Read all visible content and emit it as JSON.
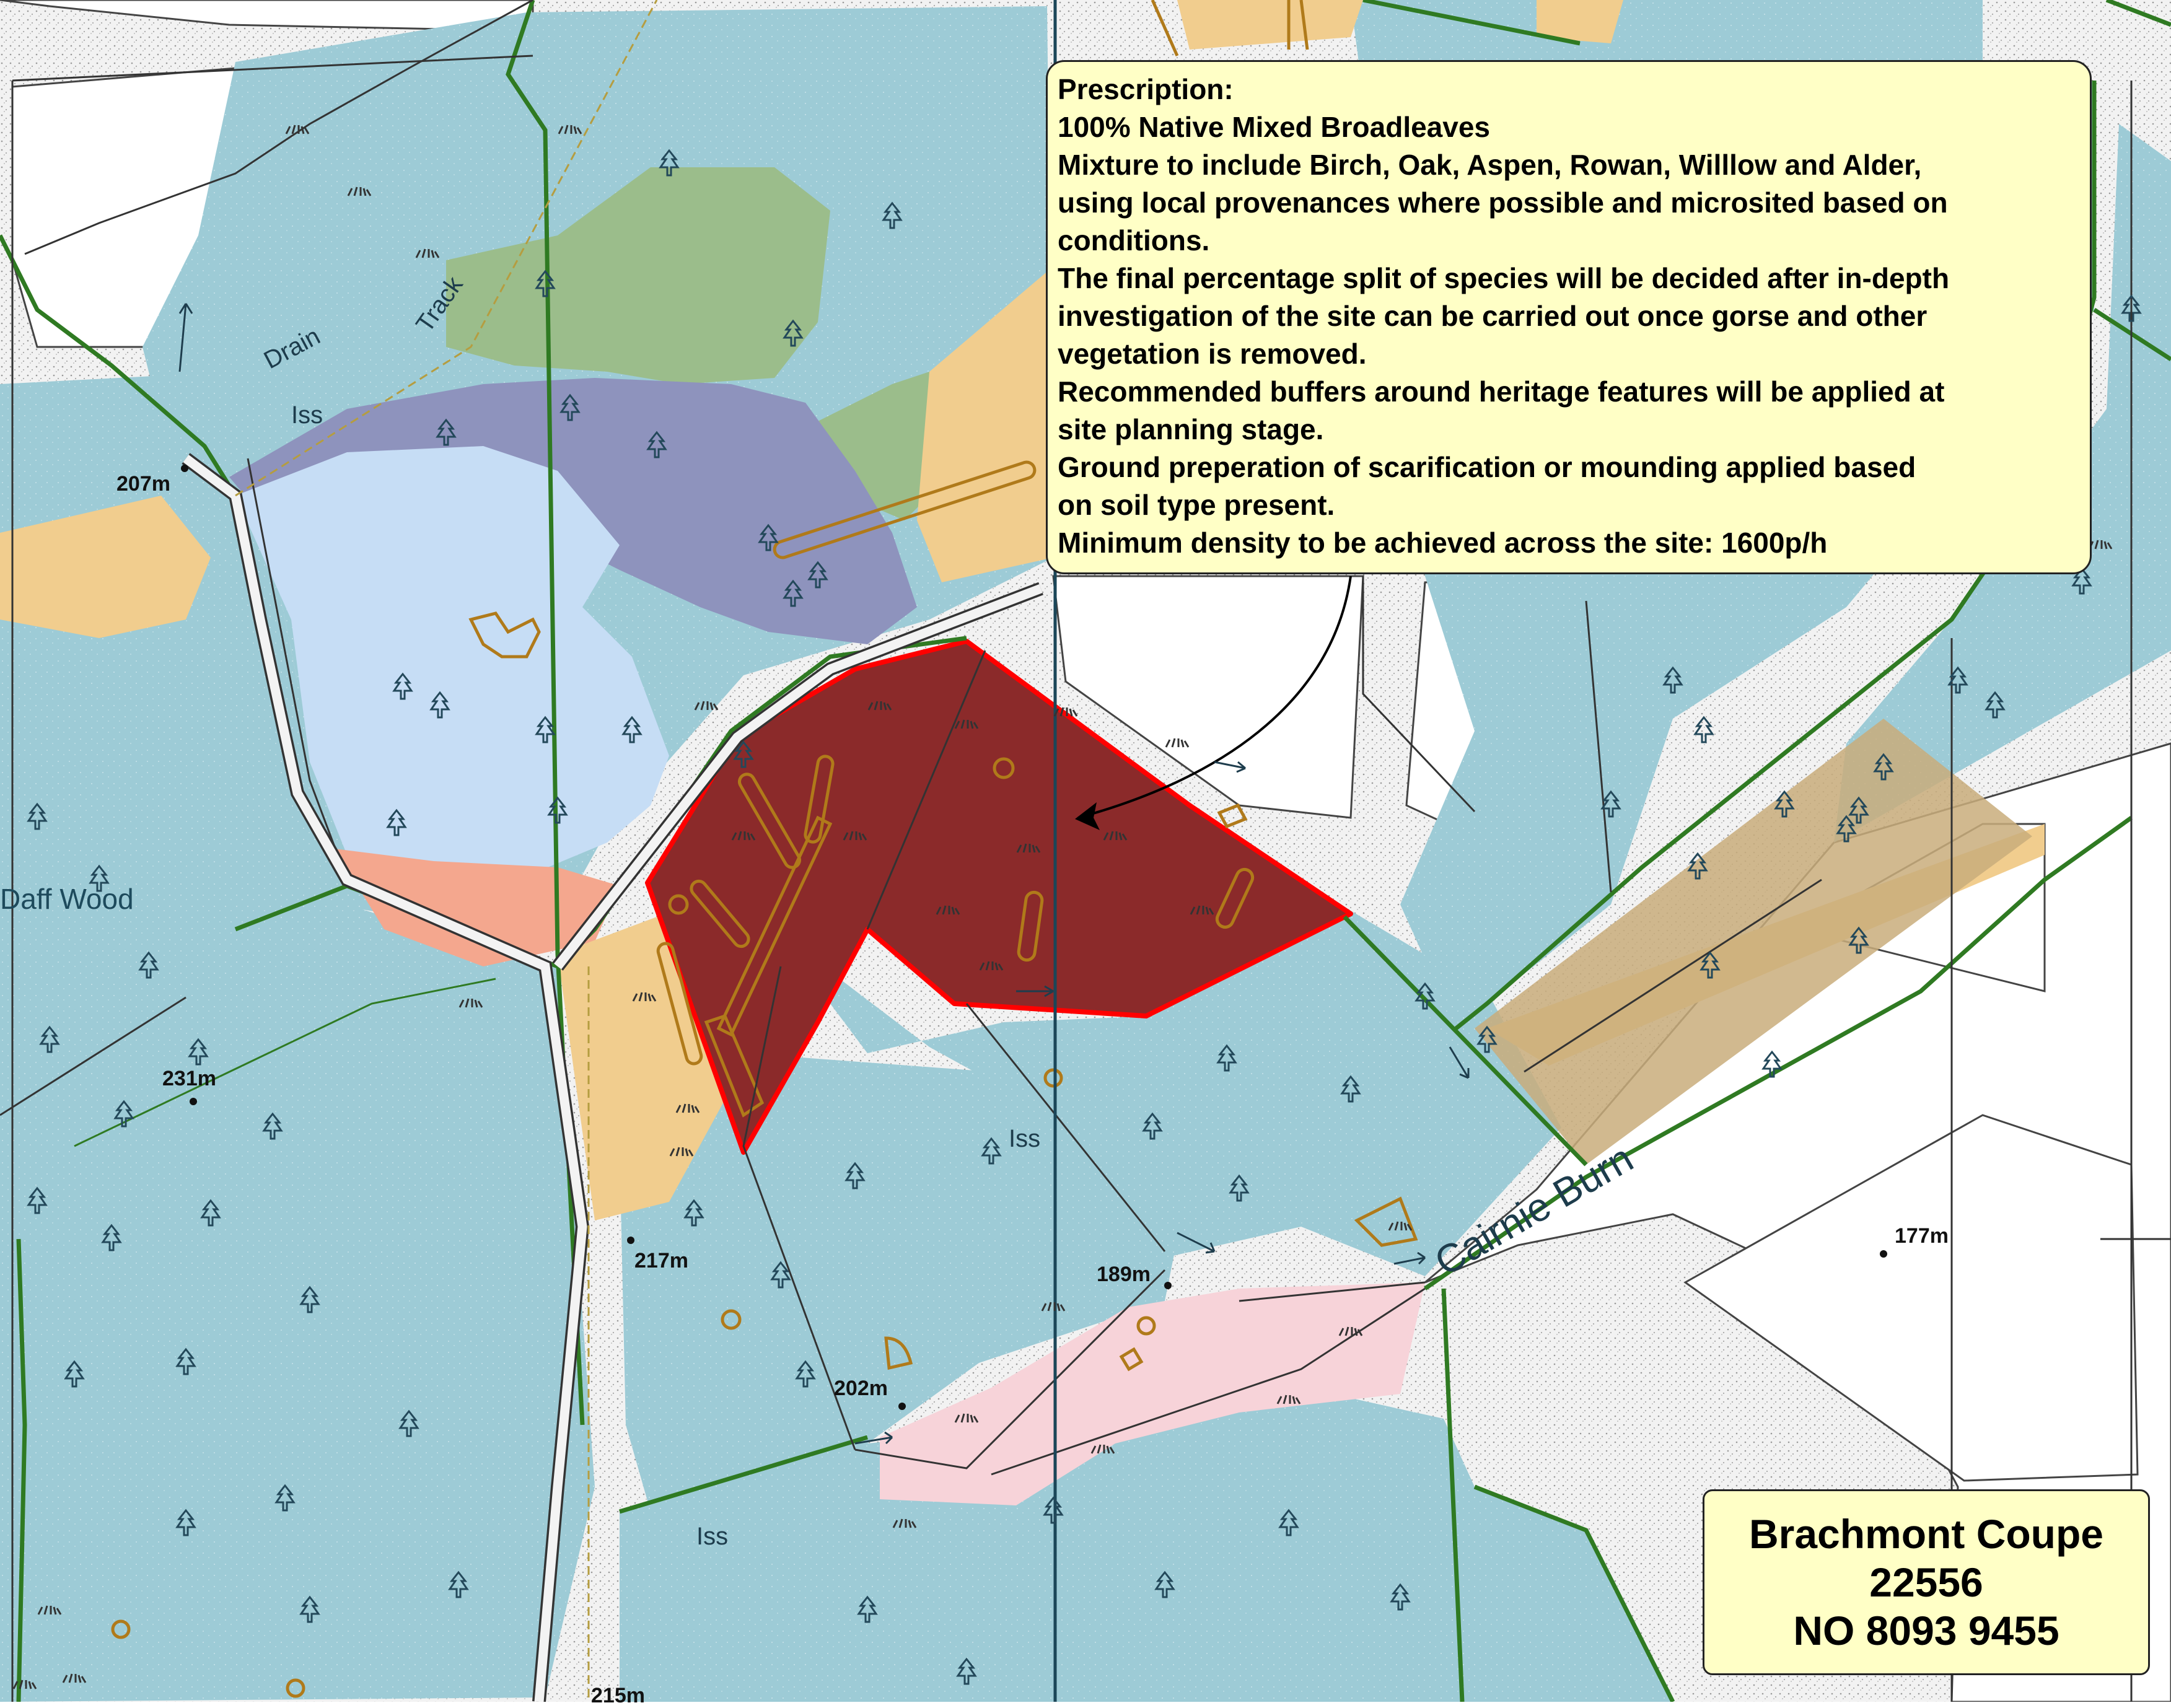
{
  "map": {
    "colors": {
      "woodland": "#9dcbd6",
      "light_blue": "#c6ddf5",
      "purple": "#8e93bd",
      "green": "#9bbd8b",
      "orange": "#f1cd8e",
      "salmon": "#f4a78e",
      "pink": "#f7d3d9",
      "coupe": "#8b2a2a",
      "coupe_outline": "#ff0000",
      "boundary_green": "#2f7a22",
      "heritage": "#b07a1a",
      "stipple": "#b8b8b8"
    },
    "labels": {
      "place": "Daff Wood",
      "burn": "Cairnie Burn",
      "drain": "Drain",
      "track": "Track",
      "iss_1": "Iss",
      "iss_2": "Iss",
      "iss_3": "Iss",
      "height_207": "207m",
      "height_231": "231m",
      "height_217": "217m",
      "height_189": "189m",
      "height_202": "202m",
      "height_177": "177m",
      "height_215": "215m"
    },
    "prescription": {
      "lines": [
        "Prescription:",
        "100% Native Mixed Broadleaves",
        "Mixture to include Birch, Oak, Aspen, Rowan, Willlow and Alder,",
        "using local provenances where possible and microsited based on",
        "conditions.",
        "The final percentage split of species will be decided after in-depth",
        "investigation of the site can be carried out once gorse and other",
        "vegetation is removed.",
        "Recommended buffers around heritage features will be applied at",
        "site planning stage.",
        "Ground preperation of scarification or mounding applied based",
        "on soil type present.",
        "Minimum density to be achieved across the site: 1600p/h"
      ]
    },
    "coupe": {
      "name": "Brachmont Coupe",
      "id": "22556",
      "grid_ref": "NO 8093 9455"
    }
  }
}
